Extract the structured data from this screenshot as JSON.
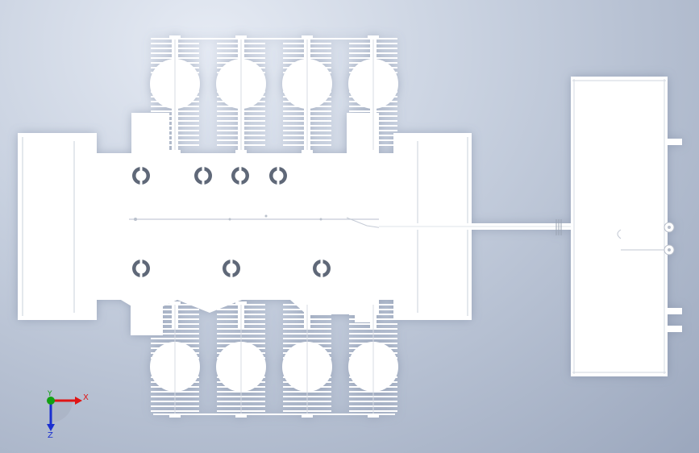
{
  "viewport": {
    "background_top": "#e6ebf4",
    "background_bottom": "#9ba7bd",
    "part_color": "#ffffff"
  },
  "model": {
    "name": "engine-assembly-top-view",
    "cylinders_per_bank": 4,
    "banks": 2,
    "upper_ports": 4,
    "lower_ports": 3
  },
  "triad": {
    "x_label": "X",
    "y_label": "Y",
    "z_label": "Z",
    "x_color": "#e01414",
    "y_color": "#12a012",
    "z_color": "#1a2fd0"
  }
}
